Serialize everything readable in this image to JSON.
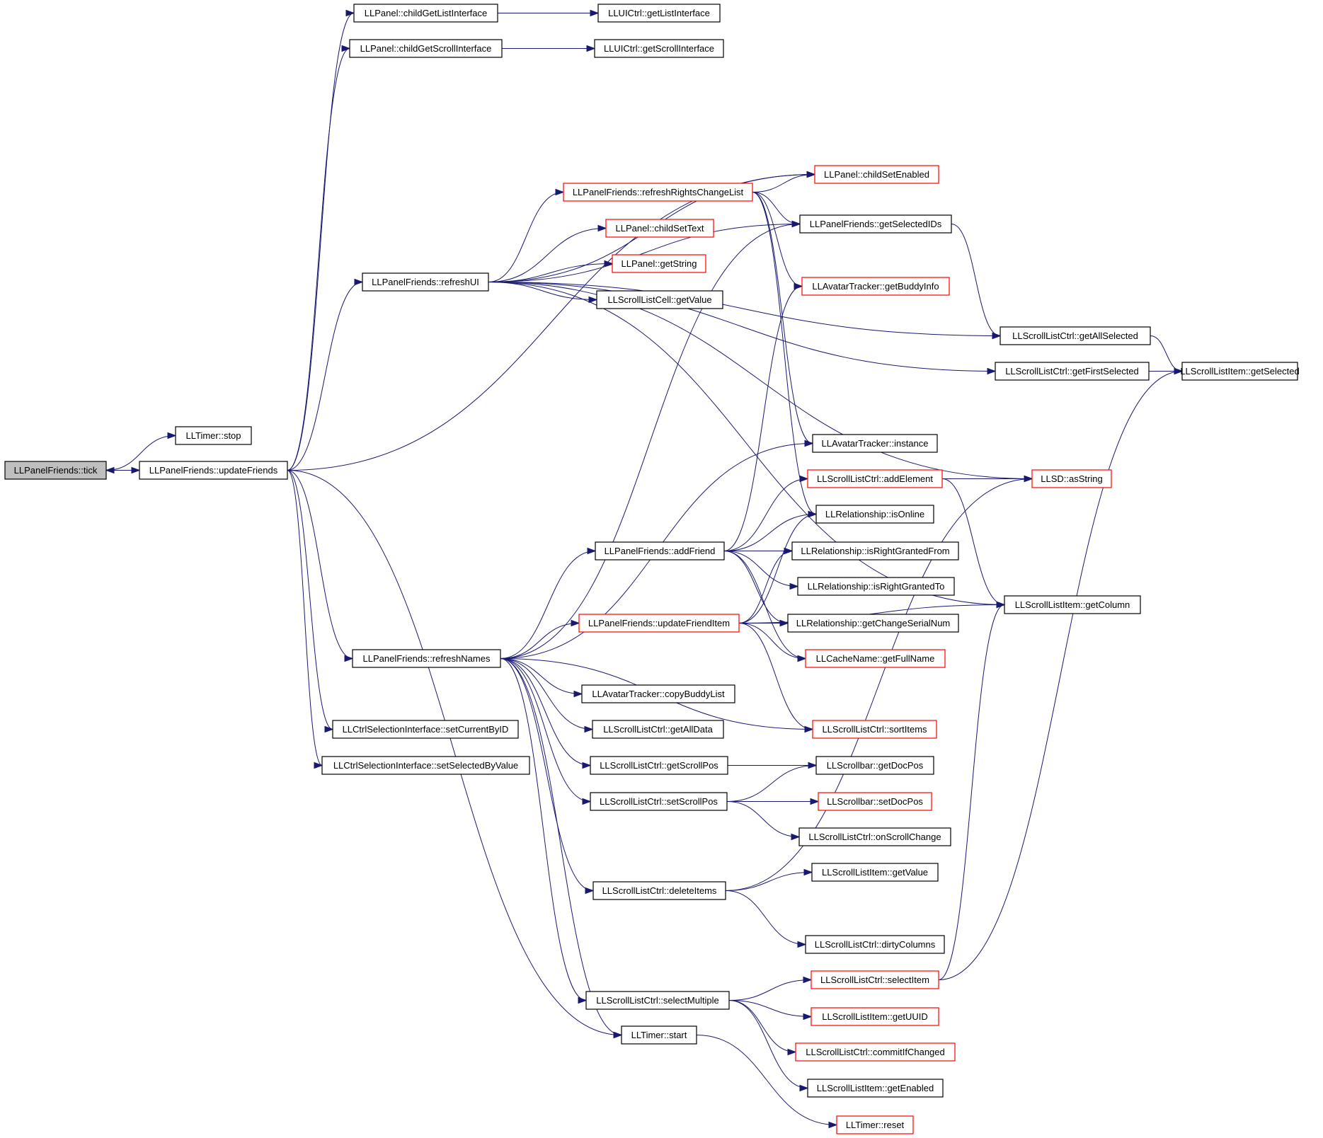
{
  "nodes": [
    {
      "id": "tick",
      "label": "LLPanelFriends::tick",
      "style": "root"
    },
    {
      "id": "timerStop",
      "label": "LLTimer::stop",
      "style": "normal"
    },
    {
      "id": "updateFriends",
      "label": "LLPanelFriends::updateFriends",
      "style": "normal"
    },
    {
      "id": "childGetListInterface",
      "label": "LLPanel::childGetListInterface",
      "style": "normal"
    },
    {
      "id": "uiGetListInterface",
      "label": "LLUICtrl::getListInterface",
      "style": "normal"
    },
    {
      "id": "childGetScrollInterface",
      "label": "LLPanel::childGetScrollInterface",
      "style": "normal"
    },
    {
      "id": "uiGetScrollInterface",
      "label": "LLUICtrl::getScrollInterface",
      "style": "normal"
    },
    {
      "id": "childSetEnabled",
      "label": "LLPanel::childSetEnabled",
      "style": "red"
    },
    {
      "id": "refreshRights",
      "label": "LLPanelFriends::refreshRightsChangeList",
      "style": "red"
    },
    {
      "id": "getSelectedIDs",
      "label": "LLPanelFriends::getSelectedIDs",
      "style": "normal"
    },
    {
      "id": "childSetText",
      "label": "LLPanel::childSetText",
      "style": "red"
    },
    {
      "id": "getString",
      "label": "LLPanel::getString",
      "style": "red"
    },
    {
      "id": "refreshUI",
      "label": "LLPanelFriends::refreshUI",
      "style": "normal"
    },
    {
      "id": "cellGetValue",
      "label": "LLScrollListCell::getValue",
      "style": "normal"
    },
    {
      "id": "getBuddyInfo",
      "label": "LLAvatarTracker::getBuddyInfo",
      "style": "red"
    },
    {
      "id": "getAllSelected",
      "label": "LLScrollListCtrl::getAllSelected",
      "style": "normal"
    },
    {
      "id": "getFirstSelected",
      "label": "LLScrollListCtrl::getFirstSelected",
      "style": "normal"
    },
    {
      "id": "itemGetSelected",
      "label": "LLScrollListItem::getSelected",
      "style": "normal"
    },
    {
      "id": "trackerInstance",
      "label": "LLAvatarTracker::instance",
      "style": "normal"
    },
    {
      "id": "addElement",
      "label": "LLScrollListCtrl::addElement",
      "style": "red"
    },
    {
      "id": "asString",
      "label": "LLSD::asString",
      "style": "red"
    },
    {
      "id": "isOnline",
      "label": "LLRelationship::isOnline",
      "style": "normal"
    },
    {
      "id": "addFriend",
      "label": "LLPanelFriends::addFriend",
      "style": "normal"
    },
    {
      "id": "isRightGrantedFrom",
      "label": "LLRelationship::isRightGrantedFrom",
      "style": "normal"
    },
    {
      "id": "isRightGrantedTo",
      "label": "LLRelationship::isRightGrantedTo",
      "style": "normal"
    },
    {
      "id": "getColumn",
      "label": "LLScrollListItem::getColumn",
      "style": "normal"
    },
    {
      "id": "updateFriendItem",
      "label": "LLPanelFriends::updateFriendItem",
      "style": "red"
    },
    {
      "id": "getChangeSerialNum",
      "label": "LLRelationship::getChangeSerialNum",
      "style": "normal"
    },
    {
      "id": "refreshNames",
      "label": "LLPanelFriends::refreshNames",
      "style": "normal"
    },
    {
      "id": "getFullName",
      "label": "LLCacheName::getFullName",
      "style": "red"
    },
    {
      "id": "copyBuddyList",
      "label": "LLAvatarTracker::copyBuddyList",
      "style": "normal"
    },
    {
      "id": "getAllData",
      "label": "LLScrollListCtrl::getAllData",
      "style": "normal"
    },
    {
      "id": "sortItems",
      "label": "LLScrollListCtrl::sortItems",
      "style": "red"
    },
    {
      "id": "setCurrentByID",
      "label": "LLCtrlSelectionInterface::setCurrentByID",
      "style": "normal"
    },
    {
      "id": "setSelectedByValue",
      "label": "LLCtrlSelectionInterface::setSelectedByValue",
      "style": "normal"
    },
    {
      "id": "getScrollPos",
      "label": "LLScrollListCtrl::getScrollPos",
      "style": "normal"
    },
    {
      "id": "getDocPos",
      "label": "LLScrollbar::getDocPos",
      "style": "normal"
    },
    {
      "id": "setScrollPos",
      "label": "LLScrollListCtrl::setScrollPos",
      "style": "normal"
    },
    {
      "id": "setDocPos",
      "label": "LLScrollbar::setDocPos",
      "style": "red"
    },
    {
      "id": "onScrollChange",
      "label": "LLScrollListCtrl::onScrollChange",
      "style": "normal"
    },
    {
      "id": "itemGetValue",
      "label": "LLScrollListItem::getValue",
      "style": "normal"
    },
    {
      "id": "deleteItems",
      "label": "LLScrollListCtrl::deleteItems",
      "style": "normal"
    },
    {
      "id": "dirtyColumns",
      "label": "LLScrollListCtrl::dirtyColumns",
      "style": "normal"
    },
    {
      "id": "selectItem",
      "label": "LLScrollListCtrl::selectItem",
      "style": "red"
    },
    {
      "id": "selectMultiple",
      "label": "LLScrollListCtrl::selectMultiple",
      "style": "normal"
    },
    {
      "id": "getUUID",
      "label": "LLScrollListItem::getUUID",
      "style": "red"
    },
    {
      "id": "timerStart",
      "label": "LLTimer::start",
      "style": "normal"
    },
    {
      "id": "commitIfChanged",
      "label": "LLScrollListCtrl::commitIfChanged",
      "style": "red"
    },
    {
      "id": "getEnabled",
      "label": "LLScrollListItem::getEnabled",
      "style": "normal"
    },
    {
      "id": "timerReset",
      "label": "LLTimer::reset",
      "style": "red"
    }
  ],
  "edges": [
    [
      "tick",
      "timerStop"
    ],
    [
      "tick",
      "updateFriends"
    ],
    [
      "updateFriends",
      "tick"
    ],
    [
      "updateFriends",
      "childGetListInterface"
    ],
    [
      "updateFriends",
      "childGetScrollInterface"
    ],
    [
      "updateFriends",
      "childSetEnabled"
    ],
    [
      "updateFriends",
      "refreshUI"
    ],
    [
      "updateFriends",
      "refreshNames"
    ],
    [
      "updateFriends",
      "setCurrentByID"
    ],
    [
      "updateFriends",
      "setSelectedByValue"
    ],
    [
      "updateFriends",
      "timerStart"
    ],
    [
      "childGetListInterface",
      "uiGetListInterface"
    ],
    [
      "childGetScrollInterface",
      "uiGetScrollInterface"
    ],
    [
      "refreshUI",
      "refreshRights"
    ],
    [
      "refreshUI",
      "childSetText"
    ],
    [
      "refreshUI",
      "getString"
    ],
    [
      "refreshUI",
      "cellGetValue"
    ],
    [
      "refreshUI",
      "childSetEnabled"
    ],
    [
      "refreshUI",
      "getSelectedIDs"
    ],
    [
      "refreshUI",
      "getAllSelected"
    ],
    [
      "refreshUI",
      "getFirstSelected"
    ],
    [
      "refreshUI",
      "getColumn"
    ],
    [
      "refreshUI",
      "asString"
    ],
    [
      "refreshRights",
      "childSetEnabled"
    ],
    [
      "refreshRights",
      "getSelectedIDs"
    ],
    [
      "refreshRights",
      "getBuddyInfo"
    ],
    [
      "refreshRights",
      "trackerInstance"
    ],
    [
      "refreshRights",
      "isOnline"
    ],
    [
      "getSelectedIDs",
      "getAllSelected"
    ],
    [
      "getAllSelected",
      "itemGetSelected"
    ],
    [
      "getFirstSelected",
      "itemGetSelected"
    ],
    [
      "refreshNames",
      "getSelectedIDs"
    ],
    [
      "refreshNames",
      "trackerInstance"
    ],
    [
      "refreshNames",
      "addFriend"
    ],
    [
      "refreshNames",
      "updateFriendItem"
    ],
    [
      "refreshNames",
      "copyBuddyList"
    ],
    [
      "refreshNames",
      "getAllData"
    ],
    [
      "refreshNames",
      "sortItems"
    ],
    [
      "refreshNames",
      "getScrollPos"
    ],
    [
      "refreshNames",
      "setScrollPos"
    ],
    [
      "refreshNames",
      "deleteItems"
    ],
    [
      "refreshNames",
      "selectMultiple"
    ],
    [
      "refreshNames",
      "timerStart"
    ],
    [
      "addFriend",
      "getBuddyInfo"
    ],
    [
      "addFriend",
      "addElement"
    ],
    [
      "addFriend",
      "isOnline"
    ],
    [
      "addFriend",
      "isRightGrantedFrom"
    ],
    [
      "addFriend",
      "isRightGrantedTo"
    ],
    [
      "addFriend",
      "getChangeSerialNum"
    ],
    [
      "addFriend",
      "getFullName"
    ],
    [
      "updateFriendItem",
      "isOnline"
    ],
    [
      "updateFriendItem",
      "isRightGrantedFrom"
    ],
    [
      "updateFriendItem",
      "getChangeSerialNum"
    ],
    [
      "updateFriendItem",
      "getFullName"
    ],
    [
      "updateFriendItem",
      "getColumn"
    ],
    [
      "updateFriendItem",
      "sortItems"
    ],
    [
      "addElement",
      "asString"
    ],
    [
      "addElement",
      "getColumn"
    ],
    [
      "getScrollPos",
      "getDocPos"
    ],
    [
      "setScrollPos",
      "getDocPos"
    ],
    [
      "setScrollPos",
      "setDocPos"
    ],
    [
      "setScrollPos",
      "onScrollChange"
    ],
    [
      "deleteItems",
      "itemGetValue"
    ],
    [
      "deleteItems",
      "dirtyColumns"
    ],
    [
      "deleteItems",
      "asString"
    ],
    [
      "selectMultiple",
      "selectItem"
    ],
    [
      "selectMultiple",
      "getUUID"
    ],
    [
      "selectMultiple",
      "commitIfChanged"
    ],
    [
      "selectMultiple",
      "getEnabled"
    ],
    [
      "selectItem",
      "itemGetSelected"
    ],
    [
      "selectItem",
      "getColumn"
    ],
    [
      "timerStart",
      "timerReset"
    ]
  ]
}
